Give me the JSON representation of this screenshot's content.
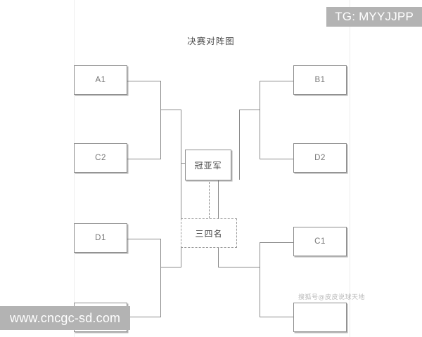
{
  "diagram": {
    "title": "决赛对阵图",
    "type": "tournament-bracket",
    "nodes": {
      "a1": "A1",
      "c2": "C2",
      "d1": "D1",
      "b1": "B1",
      "d2": "D2",
      "c1": "C1",
      "champion": "冠亚军",
      "third_fourth": "三四名"
    },
    "colors": {
      "box_border": "#8d8d8d",
      "wire": "#8b8b8b",
      "text": "#767676",
      "watermark_bg": "#b3b3b3",
      "background": "#ffffff"
    }
  },
  "watermarks": {
    "tg_badge": "TG: MYYJJPP",
    "site": "www.cncgc-sd.com",
    "faint": "搜狐号@皮皮说球天地"
  }
}
